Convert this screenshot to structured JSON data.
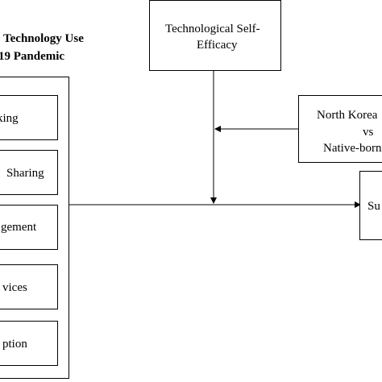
{
  "group_title": {
    "line1": "Technology Use",
    "line2": "19 Pandemic"
  },
  "items": [
    {
      "label": "king"
    },
    {
      "label": "Sharing"
    },
    {
      "label": "gement"
    },
    {
      "label": "vices"
    },
    {
      "label": "ption"
    }
  ],
  "self_efficacy": {
    "line1": "Technological Self-",
    "line2": "Efficacy"
  },
  "group_compare": {
    "line1": "North Korea",
    "line2": "vs",
    "line3": "Native-born"
  },
  "outcome": {
    "label": "Su"
  }
}
